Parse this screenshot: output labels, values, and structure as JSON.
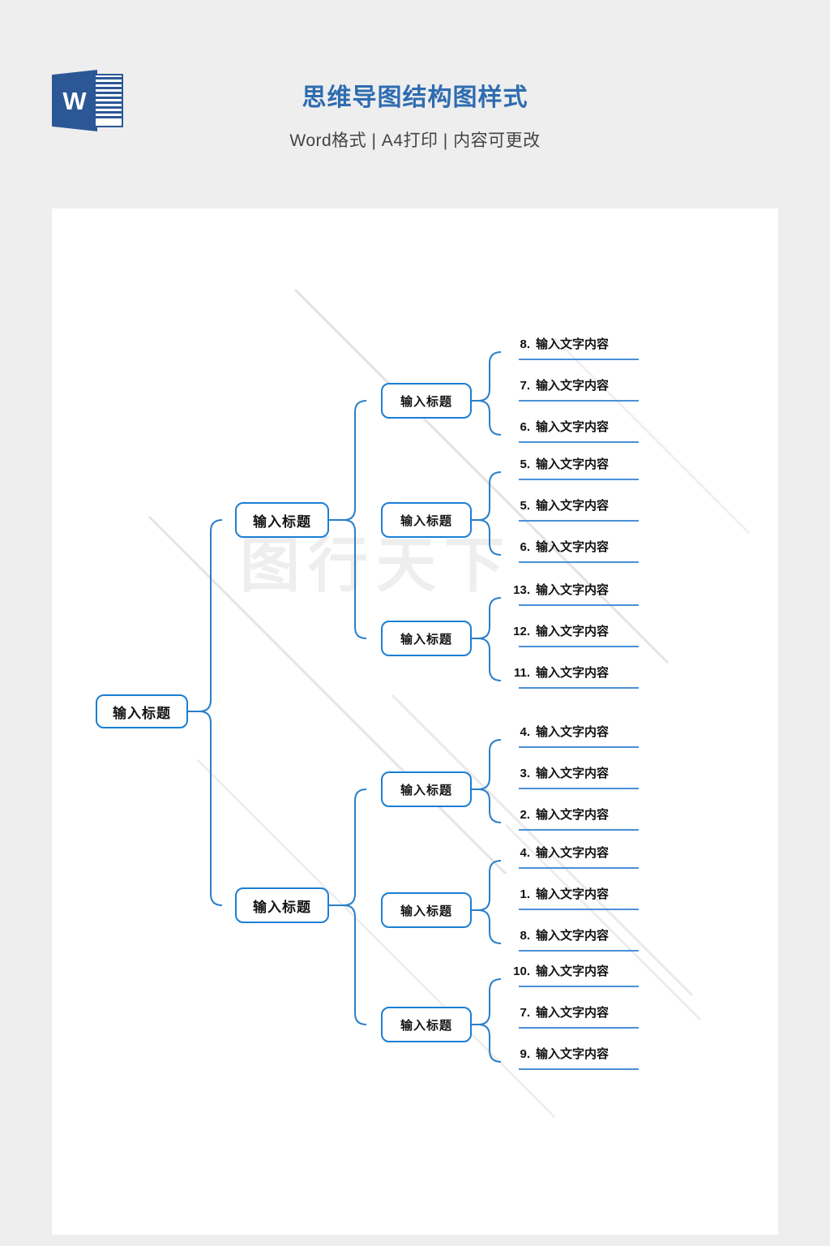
{
  "header": {
    "logo_name": "word-logo",
    "logo_letter": "W",
    "title": "思维导图结构图样式",
    "subtitle": "Word格式 | A4打印 | 内容可更改",
    "title_color": "#2e6cb0",
    "subtitle_color": "#444444"
  },
  "page": {
    "background": "#ffffff",
    "canvas_background": "#eeeeee",
    "watermark": "图行天下"
  },
  "theme": {
    "node_border": "#1a7fd4",
    "connector": "#2a7fc9",
    "leaf_rule": "#4a90d9",
    "text": "#111111"
  },
  "diagram": {
    "type": "mindmap",
    "root": {
      "label": "输入标题"
    },
    "branches": [
      {
        "label": "输入标题",
        "children": [
          {
            "label": "输入标题",
            "leaves": [
              {
                "num": "8.",
                "text": "输入文字内容"
              },
              {
                "num": "7.",
                "text": "输入文字内容"
              },
              {
                "num": "6.",
                "text": "输入文字内容"
              }
            ]
          },
          {
            "label": "输入标题",
            "leaves": [
              {
                "num": "5.",
                "text": "输入文字内容"
              },
              {
                "num": "5.",
                "text": "输入文字内容"
              },
              {
                "num": "6.",
                "text": "输入文字内容"
              }
            ]
          },
          {
            "label": "输入标题",
            "leaves": [
              {
                "num": "13.",
                "text": "输入文字内容"
              },
              {
                "num": "12.",
                "text": "输入文字内容"
              },
              {
                "num": "11.",
                "text": "输入文字内容"
              }
            ]
          }
        ]
      },
      {
        "label": "输入标题",
        "children": [
          {
            "label": "输入标题",
            "leaves": [
              {
                "num": "4.",
                "text": "输入文字内容"
              },
              {
                "num": "3.",
                "text": "输入文字内容"
              },
              {
                "num": "2.",
                "text": "输入文字内容"
              }
            ]
          },
          {
            "label": "输入标题",
            "leaves": [
              {
                "num": "4.",
                "text": "输入文字内容"
              },
              {
                "num": "1.",
                "text": "输入文字内容"
              },
              {
                "num": "8.",
                "text": "输入文字内容"
              }
            ]
          },
          {
            "label": "输入标题",
            "leaves": [
              {
                "num": "10.",
                "text": "输入文字内容"
              },
              {
                "num": "7.",
                "text": "输入文字内容"
              },
              {
                "num": "9.",
                "text": "输入文字内容"
              }
            ]
          }
        ]
      }
    ]
  }
}
